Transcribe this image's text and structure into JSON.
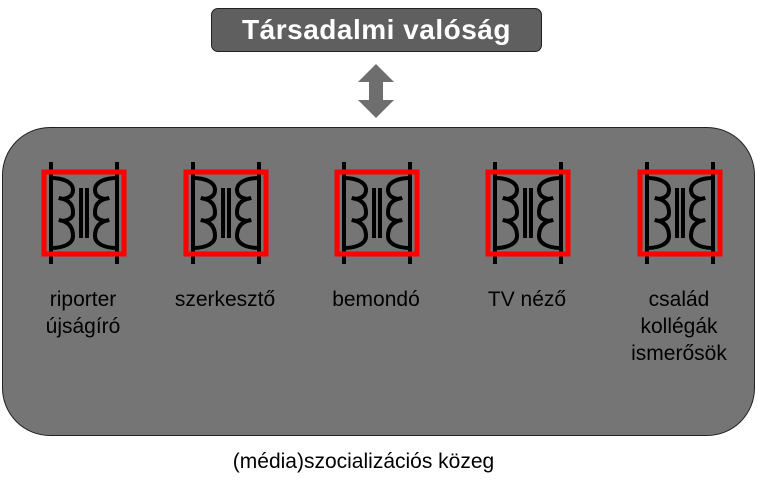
{
  "title": "Társadalmi valóság",
  "units": [
    {
      "lines": [
        "riporter",
        "újságíró"
      ]
    },
    {
      "lines": [
        "szerkesztő"
      ]
    },
    {
      "lines": [
        "bemondó"
      ]
    },
    {
      "lines": [
        "TV  néző"
      ]
    },
    {
      "lines": [
        "család",
        "kollégák",
        "ismerősök"
      ]
    }
  ],
  "footer": "(média)szocializációs  közeg",
  "colors": {
    "panel": "#757575",
    "title_bg": "#5f5f5f",
    "frame": "#ff0000",
    "arrow": "#6e6e6e"
  },
  "icons": {
    "bidirectional_arrow": "up-down-arrow-icon",
    "unit_symbol": "transformer-icon"
  }
}
